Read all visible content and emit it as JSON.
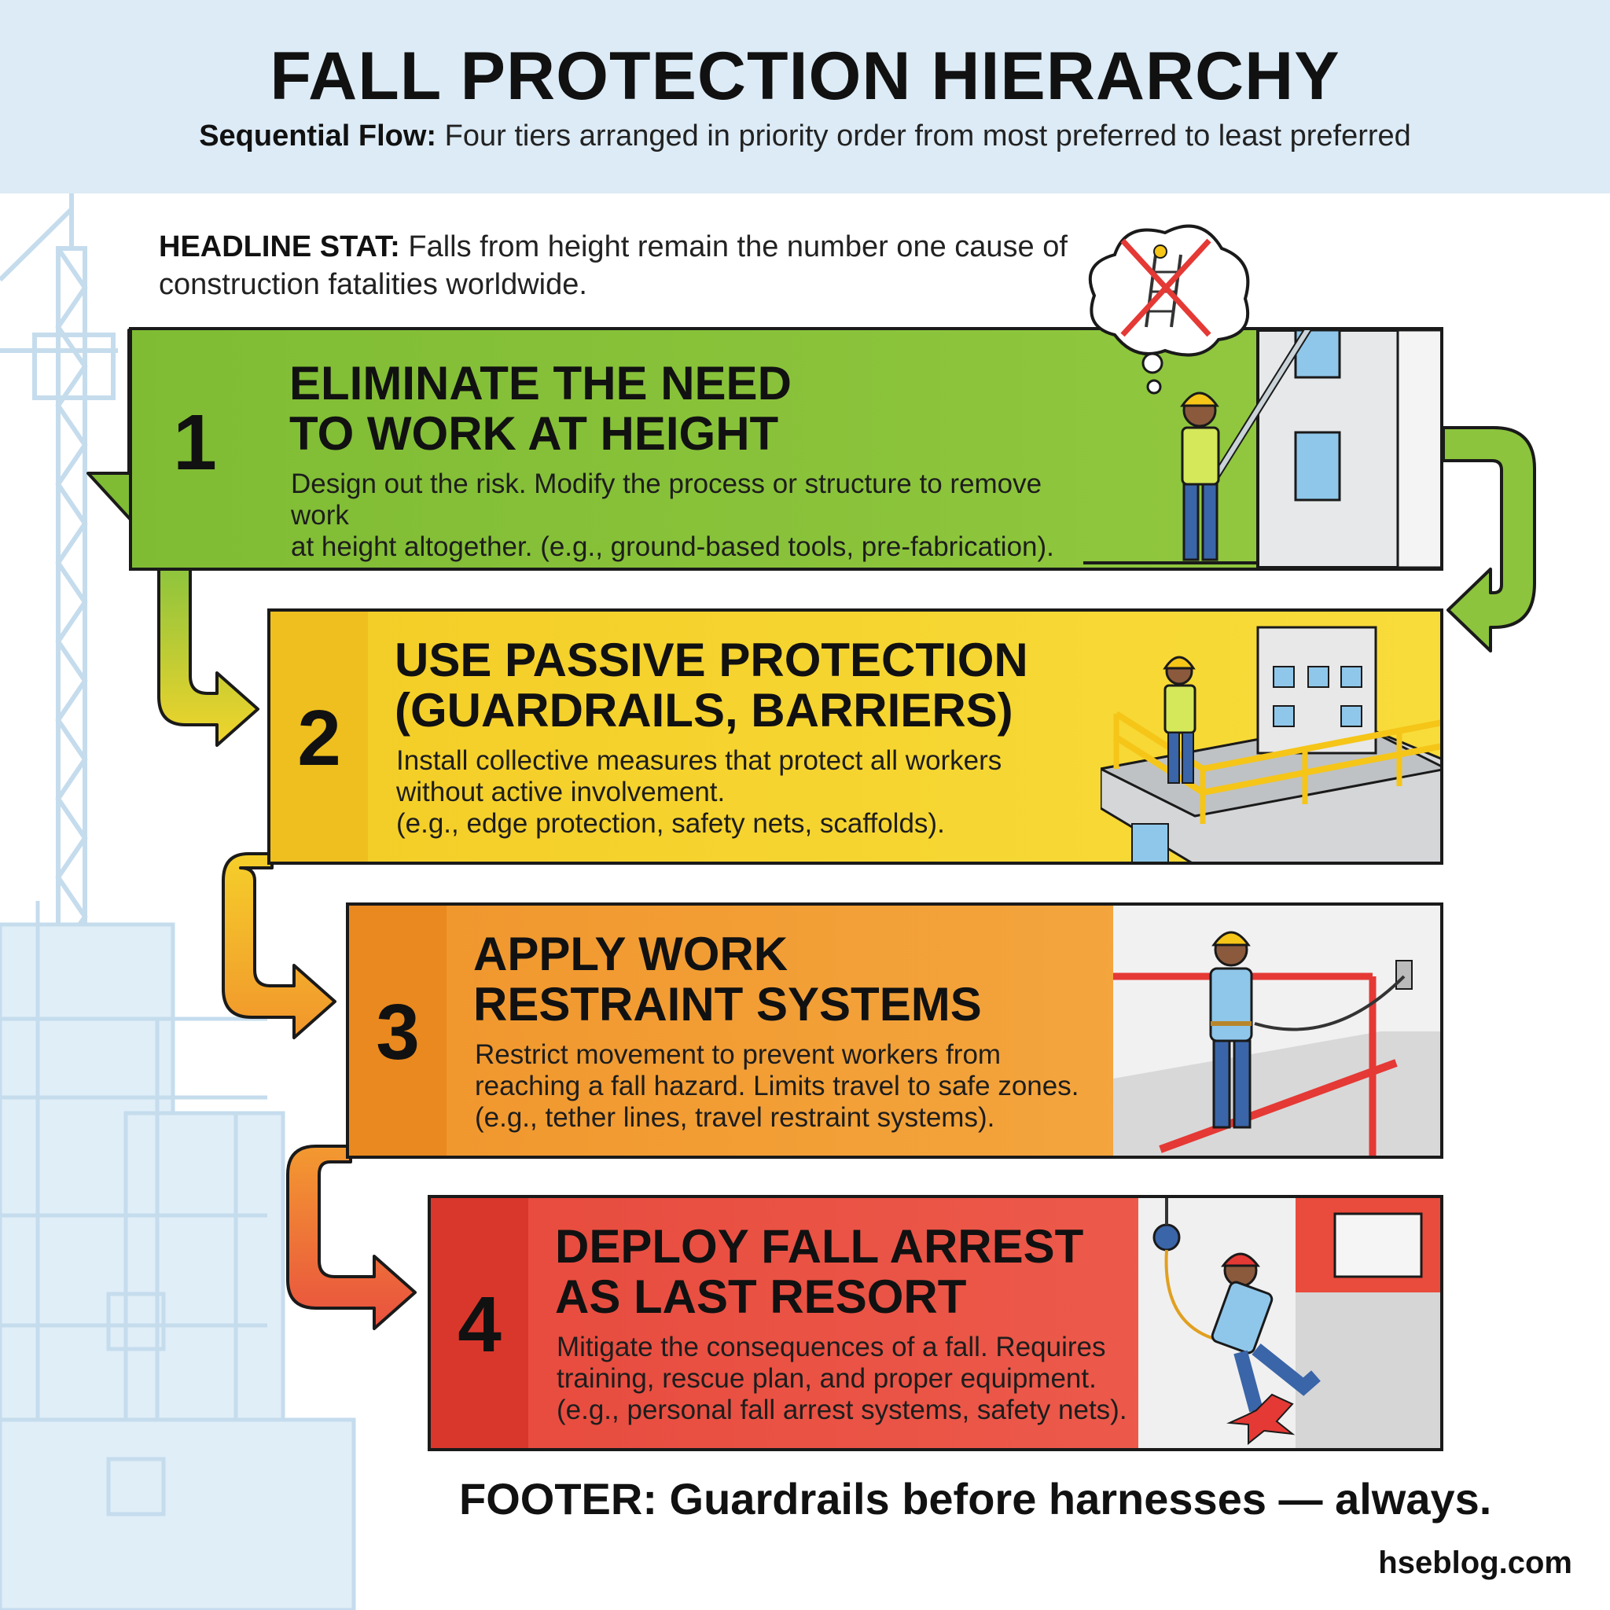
{
  "header": {
    "title": "FALL PROTECTION HIERARCHY",
    "subtitle_label": "Sequential Flow:",
    "subtitle_text": "Four tiers arranged in priority order from most preferred to least preferred"
  },
  "stat": {
    "label": "HEADLINE STAT:",
    "text": "Falls from height remain the number one cause of construction fatalities worldwide."
  },
  "tiers": [
    {
      "number": "1",
      "heading": "ELIMINATE THE NEED\nTO WORK AT HEIGHT",
      "description": "Design out the risk. Modify the process or structure to remove work\nat height altogether. (e.g., ground-based tools, pre-fabrication).",
      "color": "#8cc43d"
    },
    {
      "number": "2",
      "heading": "USE PASSIVE PROTECTION\n(GUARDRAILS, BARRIERS)",
      "description": "Install collective measures that protect all workers\nwithout active involvement.\n(e.g., edge protection, safety nets, scaffolds).",
      "color": "#f6d22e"
    },
    {
      "number": "3",
      "heading": "APPLY WORK\nRESTRAINT SYSTEMS",
      "description": "Restrict movement to prevent workers from\nreaching a fall hazard. Limits travel to safe zones.\n(e.g., tether lines, travel restraint systems).",
      "color": "#f3a03a"
    },
    {
      "number": "4",
      "heading": "DEPLOY FALL ARREST\nAS LAST RESORT",
      "description": "Mitigate the consequences of a fall. Requires\ntraining, rescue plan, and proper equipment.\n(e.g., personal fall arrest systems, safety nets).",
      "color": "#ea5546"
    }
  ],
  "footer": "FOOTER: Guardrails before harnesses — always.",
  "source": "hseblog.com"
}
